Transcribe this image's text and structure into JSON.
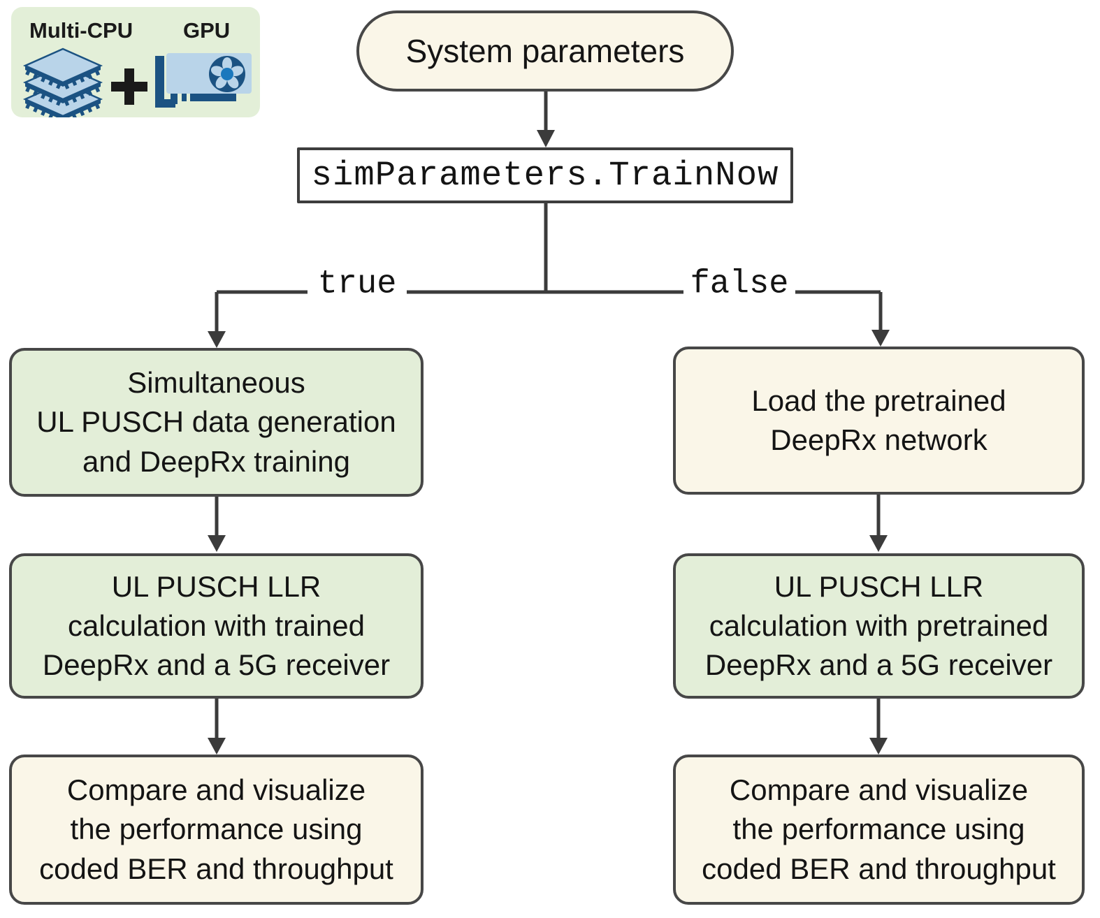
{
  "legend": {
    "cpu_label": "Multi-CPU",
    "gpu_label": "GPU",
    "plus": "+"
  },
  "nodes": {
    "system_parameters": {
      "label": "System parameters"
    },
    "train_now": {
      "label": "simParameters.TrainNow"
    },
    "branch_true": {
      "label": "true"
    },
    "branch_false": {
      "label": "false"
    },
    "left": [
      {
        "variant": "green",
        "lines": [
          "Simultaneous",
          "UL PUSCH data generation",
          "and DeepRx training"
        ]
      },
      {
        "variant": "green",
        "lines": [
          "UL PUSCH LLR",
          "calculation with trained",
          "DeepRx and a 5G receiver"
        ]
      },
      {
        "variant": "cream",
        "lines": [
          "Compare and visualize",
          "the performance using",
          "coded BER and throughput"
        ]
      }
    ],
    "right": [
      {
        "variant": "cream",
        "lines": [
          "Load the pretrained",
          "DeepRx network"
        ]
      },
      {
        "variant": "green",
        "lines": [
          "UL PUSCH LLR",
          "calculation with pretrained",
          "DeepRx and a 5G receiver"
        ]
      },
      {
        "variant": "cream",
        "lines": [
          "Compare and visualize",
          "the performance using",
          "coded BER and throughput"
        ]
      }
    ]
  },
  "colors": {
    "box_green": "#e3eed8",
    "box_cream": "#faf6e8",
    "box_border": "#474747",
    "connector": "#3b3b3b",
    "legend_background": "#e3efd8",
    "icon_dark_blue": "#1b5282",
    "icon_light_blue": "#b9d4e9",
    "fan_hub_blue": "#1a78bd",
    "code_background": "#ffffff"
  }
}
